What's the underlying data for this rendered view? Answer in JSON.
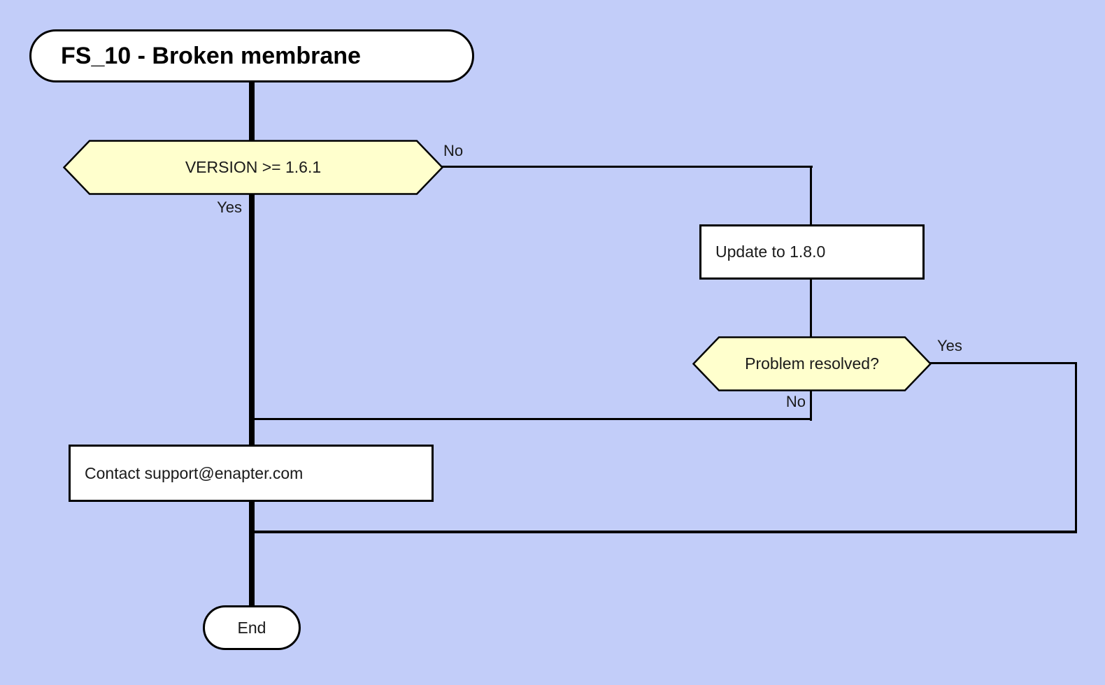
{
  "colors": {
    "background": "#c2cdf9",
    "node_fill": "#ffffff",
    "decision_fill": "#ffffcd",
    "stroke": "#000000",
    "text": "#1a1a1a"
  },
  "flowchart": {
    "start": {
      "label": "FS_10 - Broken membrane"
    },
    "decision_version": {
      "label": "VERSION >= 1.6.1",
      "no_label": "No",
      "yes_label": "Yes"
    },
    "process_update": {
      "label": "Update to 1.8.0"
    },
    "decision_resolved": {
      "label": "Problem resolved?",
      "yes_label": "Yes",
      "no_label": "No"
    },
    "process_contact": {
      "label": "Contact support@enapter.com"
    },
    "end": {
      "label": "End"
    }
  }
}
